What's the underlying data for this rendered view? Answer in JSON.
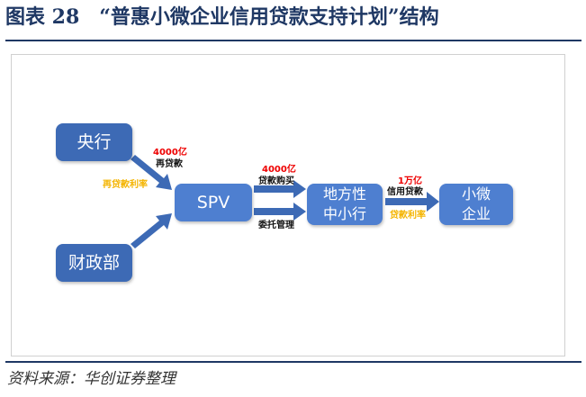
{
  "figure": {
    "title": "图表 28　“普惠小微企业信用贷款支持计划”结构",
    "source": "资料来源：华创证券整理"
  },
  "diagram": {
    "nodes": {
      "central_bank": "央行",
      "finance_ministry": "财政部",
      "spv": "SPV",
      "local_bank_line1": "地方性",
      "local_bank_line2": "中小行",
      "smb_line1": "小微",
      "smb_line2": "企业"
    },
    "edges": {
      "central_to_spv_amount": "4000亿",
      "central_to_spv_type": "再贷款",
      "central_to_spv_rate": "再贷款利率",
      "spv_to_bank_amount": "4000亿",
      "spv_to_bank_type": "贷款购买",
      "spv_to_bank_mgmt": "委托管理",
      "bank_to_smb_amount": "1万亿",
      "bank_to_smb_type": "信用贷款",
      "bank_to_smb_rate": "贷款利率"
    }
  },
  "colors": {
    "title": "#1f3864",
    "box_dark": "#3d6ab5",
    "box_light": "#4e7fd0",
    "arrow": "#3d6ab5",
    "amount_text": "#ee0000",
    "rate_text": "#f4b400"
  }
}
